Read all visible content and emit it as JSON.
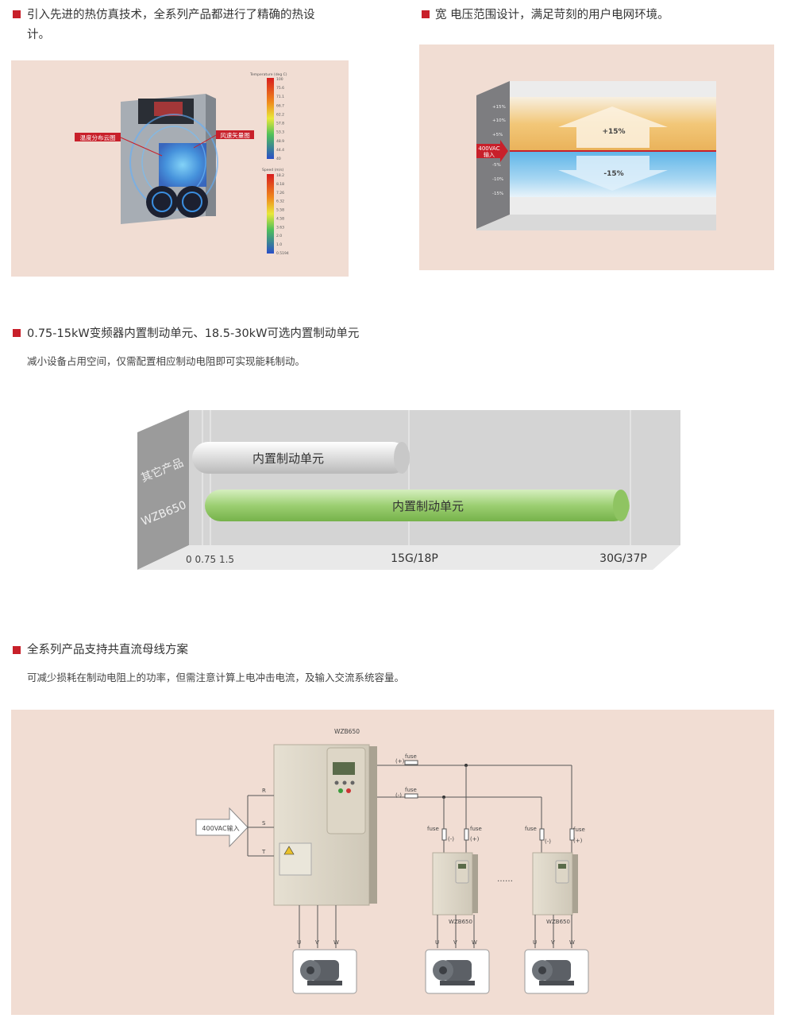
{
  "sections": {
    "thermal": {
      "heading_line1": "引入先进的热仿真技术，全系列产品都进行了精确的热设",
      "heading_line2": "计。",
      "callout_left": "温度分布云图",
      "callout_right": "风速矢量图",
      "temp_legend_title": "Temperature (deg C)",
      "temp_ticks": [
        "100",
        "75.6",
        "71.1",
        "66.7",
        "62.2",
        "57.8",
        "53.3",
        "48.9",
        "44.4",
        "40"
      ],
      "speed_legend_title": "Speed (m/s)",
      "speed_ticks": [
        "18.2",
        "8.18",
        "7.26",
        "6.32",
        "5.58",
        "4.58",
        "3.63",
        "2.0",
        "1.0",
        "0.5194"
      ]
    },
    "voltage": {
      "heading": "宽 电压范围设计，满足苛刻的用户电网环境。",
      "ticks": [
        "+15%",
        "+10%",
        "+5%",
        "-5%",
        "-10%",
        "-15%"
      ],
      "input_label_line1": "400VAC",
      "input_label_line2": "输入",
      "up_label": "+15%",
      "down_label": "-15%"
    },
    "braking": {
      "heading": "0.75-15kW变频器内置制动单元、18.5-30kW可选内置制动单元",
      "subheading": "减小设备占用空间，仅需配置相应制动电阻即可实现能耗制动。",
      "row_other": "其它产品",
      "row_wzb": "WZB650",
      "bar_other_label": "内置制动单元",
      "bar_wzb_label": "内置制动单元",
      "axis_start": "0 0.75 1.5",
      "axis_mid": "15G/18P",
      "axis_end": "30G/37P"
    },
    "dcbus": {
      "heading": "全系列产品支持共直流母线方案",
      "subheading": "可减少损耗在制动电阻上的功率，但需注意计算上电冲击电流，及输入交流系统容量。",
      "main_model": "WZB650",
      "input_label": "400VAC输入",
      "phases": [
        "R",
        "S",
        "T"
      ],
      "outputs": [
        "U",
        "V",
        "W"
      ],
      "bus_plus": "(+)",
      "bus_minus": "(-)",
      "fuse": "fuse",
      "fuse_minus": "(-)",
      "fuse_plus": "(+)",
      "drive_model": "WZB650",
      "ellipsis": "……"
    }
  },
  "colors": {
    "accent": "#c8202a",
    "panel": "#f1ddd3",
    "green_bar": "#9ccf72",
    "grey_bar": "#dcdcdc"
  }
}
